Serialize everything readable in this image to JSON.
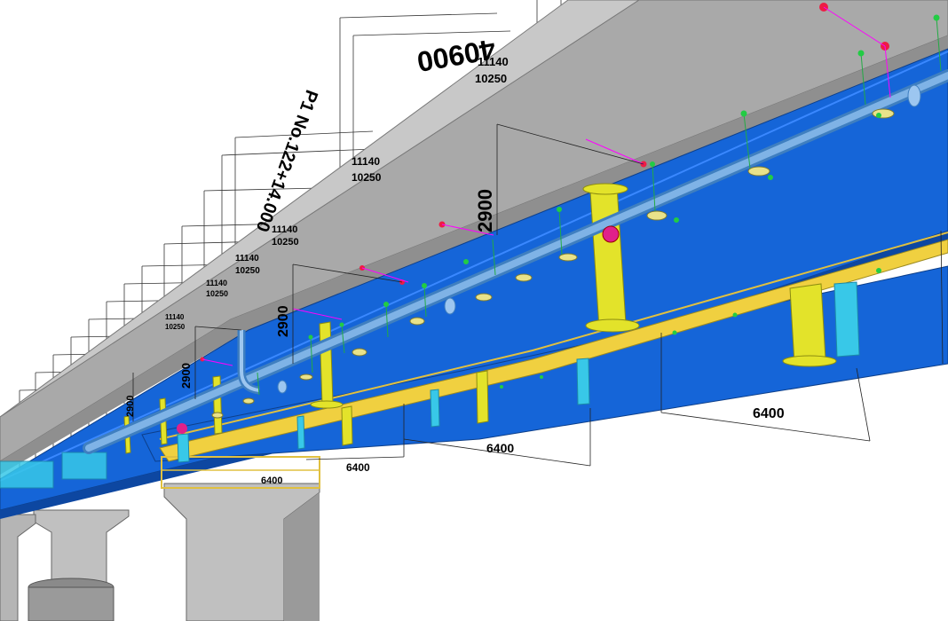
{
  "colors": {
    "background": "#ffffff",
    "deck_top": "#b3b3b3",
    "deck_side": "#8f8f8f",
    "girder": "#1565d8",
    "girder_dark": "#0d47a1",
    "stiffener": "#e3e32a",
    "pipe": "#6fa8dc",
    "walkway": "#f0d040",
    "pier": "#c0c0c0",
    "pier_shade": "#9a9a9a",
    "flange_cyan": "#38c8e8",
    "hanger_green": "#22cc44",
    "hanger_red": "#ee1c44",
    "hanger_magenta": "#ff00ff",
    "dim_line": "#333333"
  },
  "labels": {
    "total_length": "40900",
    "station": "P1 No.122+14.000",
    "dim_11140_a": "11140",
    "dim_10250_a": "10250",
    "dim_11140_b": "11140",
    "dim_10250_b": "10250",
    "dim_11140_c": "11140",
    "dim_10250_c": "10250",
    "dim_11140_d": "11140",
    "dim_10250_d": "10250",
    "dim_11140_e": "11140",
    "dim_10250_e": "10250",
    "dim_11140_f": "11140",
    "dim_10250_f": "10250",
    "height_a": "2900",
    "height_b": "2900",
    "height_c": "2900",
    "height_d": "2900",
    "span_a": "6400",
    "span_b": "6400",
    "span_c": "6400",
    "span_d": "6400"
  }
}
